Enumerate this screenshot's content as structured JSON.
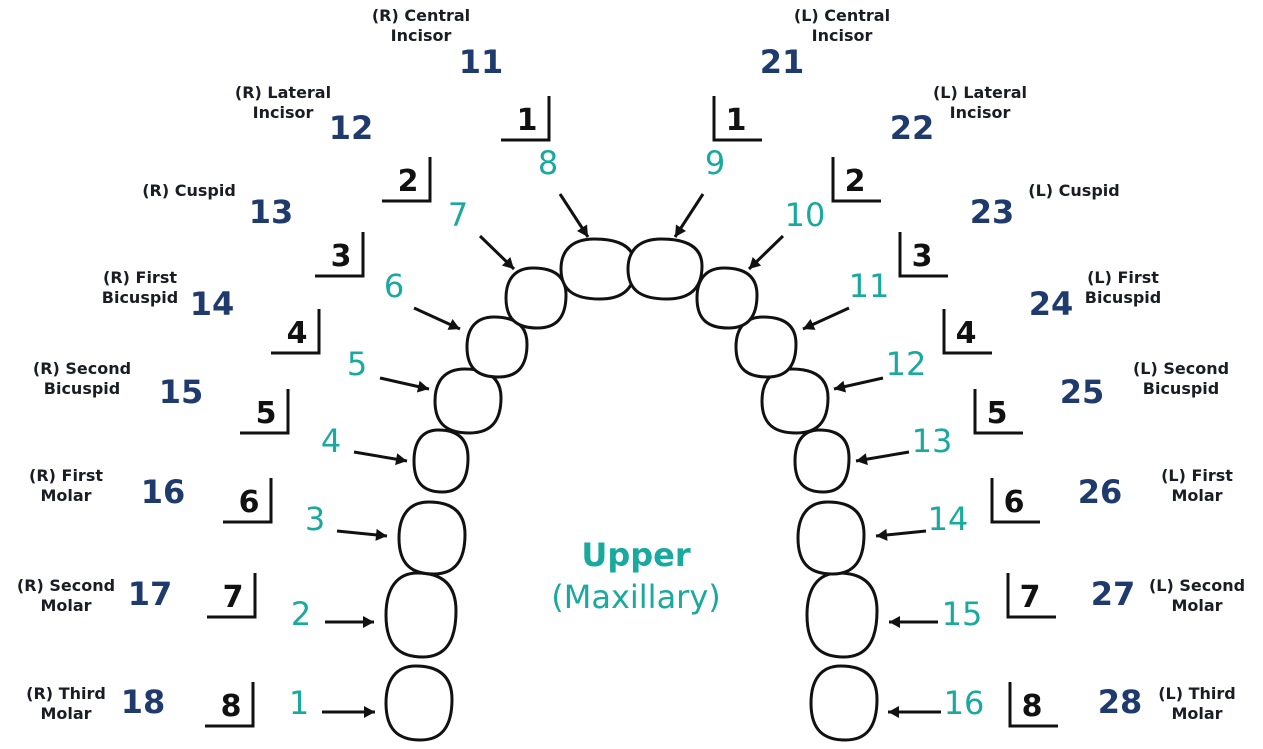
{
  "title": "Upper",
  "subtitle": "(Maxillary)",
  "colors": {
    "universal": "#1aa99e",
    "fdi": "#1f3b6e",
    "ink": "#111111",
    "name": "#1a1d24",
    "background": "#ffffff"
  },
  "teeth": [
    {
      "universal": "1",
      "fdi": "18",
      "palmer": "8",
      "name": [
        "(R) Third",
        "Molar"
      ]
    },
    {
      "universal": "2",
      "fdi": "17",
      "palmer": "7",
      "name": [
        "(R) Second",
        "Molar"
      ]
    },
    {
      "universal": "3",
      "fdi": "16",
      "palmer": "6",
      "name": [
        "(R) First",
        "Molar"
      ]
    },
    {
      "universal": "4",
      "fdi": "15",
      "palmer": "5",
      "name": [
        "(R) Second",
        "Bicuspid"
      ]
    },
    {
      "universal": "5",
      "fdi": "14",
      "palmer": "4",
      "name": [
        "(R) First",
        "Bicuspid"
      ]
    },
    {
      "universal": "6",
      "fdi": "13",
      "palmer": "3",
      "name": [
        "(R) Cuspid"
      ]
    },
    {
      "universal": "7",
      "fdi": "12",
      "palmer": "2",
      "name": [
        "(R) Lateral",
        "Incisor"
      ]
    },
    {
      "universal": "8",
      "fdi": "11",
      "palmer": "1",
      "name": [
        "(R) Central",
        "Incisor"
      ]
    },
    {
      "universal": "9",
      "fdi": "21",
      "palmer": "1",
      "name": [
        "(L) Central",
        "Incisor"
      ]
    },
    {
      "universal": "10",
      "fdi": "22",
      "palmer": "2",
      "name": [
        "(L) Lateral",
        "Incisor"
      ]
    },
    {
      "universal": "11",
      "fdi": "23",
      "palmer": "3",
      "name": [
        "(L) Cuspid"
      ]
    },
    {
      "universal": "12",
      "fdi": "24",
      "palmer": "4",
      "name": [
        "(L) First",
        "Bicuspid"
      ]
    },
    {
      "universal": "13",
      "fdi": "25",
      "palmer": "5",
      "name": [
        "(L) Second",
        "Bicuspid"
      ]
    },
    {
      "universal": "14",
      "fdi": "26",
      "palmer": "6",
      "name": [
        "(L) First",
        "Molar"
      ]
    },
    {
      "universal": "15",
      "fdi": "27",
      "palmer": "7",
      "name": [
        "(L) Second",
        "Molar"
      ]
    },
    {
      "universal": "16",
      "fdi": "28",
      "palmer": "8",
      "name": [
        "(L) Third",
        "Molar"
      ]
    }
  ]
}
